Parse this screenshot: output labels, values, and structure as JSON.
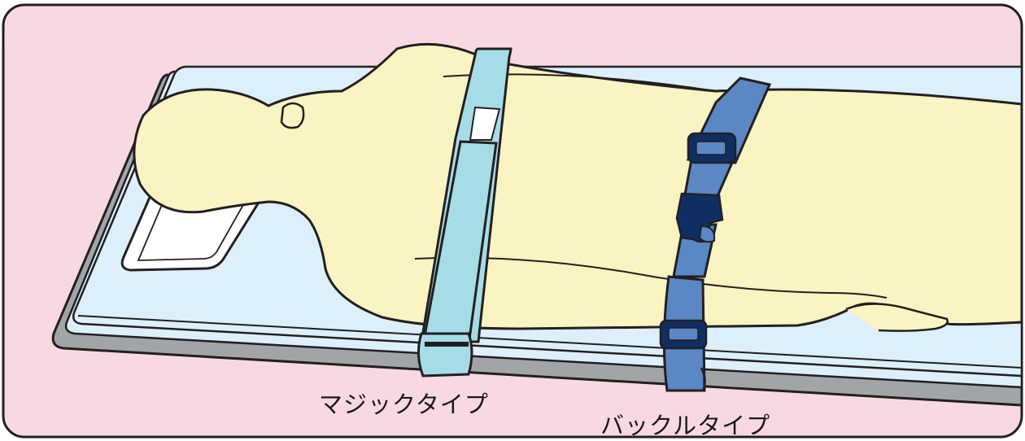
{
  "labels": {
    "velcro_type": "マジックタイプ",
    "buckle_type": "バックルタイプ"
  },
  "colors": {
    "background": "#f8d9e1",
    "frame": "#231f20",
    "board_gray": "#a1a5a8",
    "mattress": "#dceffa",
    "pillow": "#ffffff",
    "body": "#faf3c2",
    "velcro_strap": "#a6dce6",
    "buckle_strap": "#5b87c5",
    "buckle": "#0f2f63"
  },
  "icons": {
    "velcro_strap": "velcro-strap-illustration",
    "buckle_strap": "buckle-strap-illustration"
  }
}
